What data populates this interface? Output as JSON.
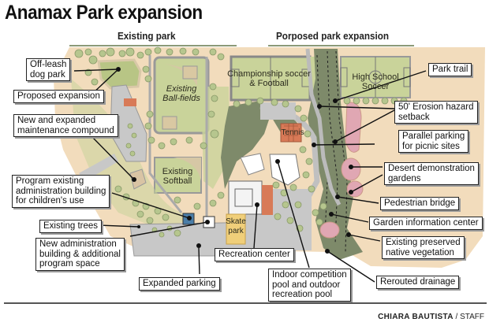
{
  "title": "Anamax Park expansion",
  "sections": {
    "existing": "Existing park",
    "proposed": "Porposed park expansion"
  },
  "map_features": {
    "ballfields": "Existing Ball-fields",
    "softball": "Existing Softball",
    "championship": "Championship soccer & Football",
    "high_school": "High School Soccer",
    "tennis": "Tennis",
    "skate": "Skate park"
  },
  "callouts": [
    {
      "id": "dog-park",
      "text": "Off-leash dog park"
    },
    {
      "id": "proposed-expansion",
      "text": "Proposed expansion"
    },
    {
      "id": "maintenance",
      "text": "New and expanded maintenance compound"
    },
    {
      "id": "admin-existing",
      "text": "Program existing administration building for children's use"
    },
    {
      "id": "existing-trees",
      "text": "Existing trees"
    },
    {
      "id": "admin-new",
      "text": "New administration building & additional program space"
    },
    {
      "id": "expanded-parking",
      "text": "Expanded parking"
    },
    {
      "id": "recreation-center",
      "text": "Recreation center"
    },
    {
      "id": "pool",
      "text": "Indoor competition pool and outdoor recreation pool"
    },
    {
      "id": "park-trail",
      "text": "Park trail"
    },
    {
      "id": "erosion",
      "text": "50' Erosion hazard setback"
    },
    {
      "id": "parallel-parking",
      "text": "Parallel parking for picnic sites"
    },
    {
      "id": "desert-gardens",
      "text": "Desert demonstration gardens"
    },
    {
      "id": "pedestrian-bridge",
      "text": "Pedestrian bridge"
    },
    {
      "id": "garden-info",
      "text": "Garden information center"
    },
    {
      "id": "native-veg",
      "text": "Existing preserved native vegetation"
    },
    {
      "id": "drainage",
      "text": "Rerouted drainage"
    }
  ],
  "callout_lines": {
    "dog1": "Off-leash",
    "dog2": "dog park",
    "maint1": "New and expanded",
    "maint2": "maintenance compound",
    "adm1": "Program existing",
    "adm2": "administration building",
    "adm3": "for children's use",
    "new1": "New administration",
    "new2": "building & additional",
    "new3": "program space",
    "pool1": "Indoor competition",
    "pool2": "pool and outdoor",
    "pool3": "recreation pool",
    "ero1": "50' Erosion hazard",
    "ero2": "setback",
    "par1": "Parallel parking",
    "par2": "for picnic sites",
    "des1": "Desert demonstration",
    "des2": "gardens",
    "nat1": "Existing preserved",
    "nat2": "native vegetation"
  },
  "credit": {
    "name": "CHIARA BAUTISTA",
    "sep": " / ",
    "role": "STAFF"
  },
  "colors": {
    "sand": "#f2dcbc",
    "grass": "#c9d39a",
    "vegetation": "#7e8a6a",
    "tree": "#b6c68e",
    "pavement": "#c8c8c8",
    "garden_pink": "#e0a7b3",
    "tennis": "#d87a57",
    "skate": "#f0cf7a"
  }
}
